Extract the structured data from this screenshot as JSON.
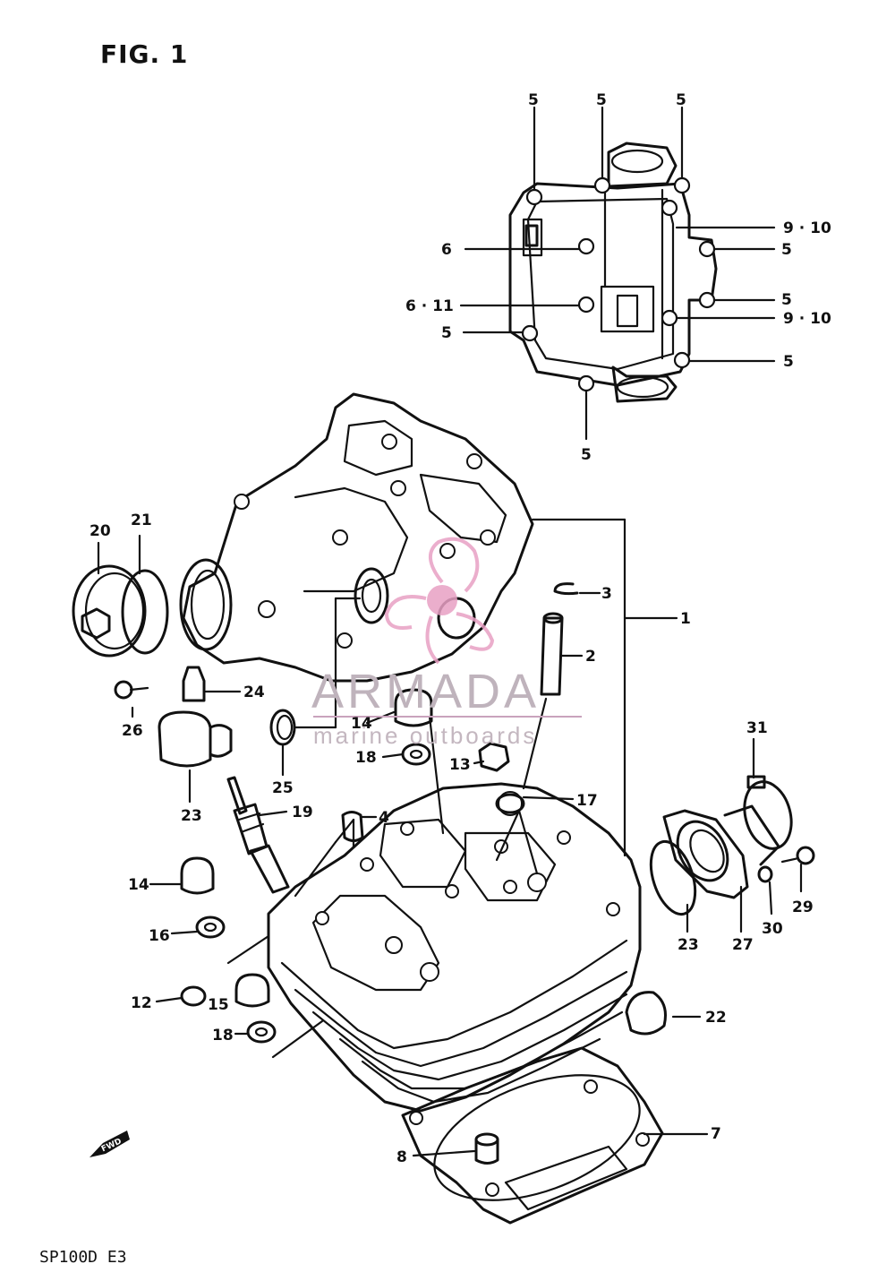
{
  "figure": {
    "title": "FIG. 1",
    "model_code": "SP100D E3"
  },
  "watermark": {
    "brand": "ARMADA",
    "tagline": "marine outboards",
    "logo_color": "#e8a0c4"
  },
  "callouts": {
    "c1": "1",
    "c2": "2",
    "c3": "3",
    "c4": "4",
    "c5a": "5",
    "c5b": "5",
    "c5c": "5",
    "c5d": "5",
    "c5e": "5",
    "c5f": "5",
    "c5g": "5",
    "c5h": "5",
    "c6": "6",
    "c6_11": "6 · 11",
    "c7": "7",
    "c8": "8",
    "c9_10a": "9 · 10",
    "c9_10b": "9 · 10",
    "c12": "12",
    "c13": "13",
    "c14a": "14",
    "c14b": "14",
    "c15": "15",
    "c16": "16",
    "c17": "17",
    "c18a": "18",
    "c18b": "18",
    "c19": "19",
    "c20": "20",
    "c21": "21",
    "c22": "22",
    "c23a": "23",
    "c23b": "23",
    "c24": "24",
    "c25": "25",
    "c26": "26",
    "c27": "27",
    "c29": "29",
    "c30": "30",
    "c31": "31"
  },
  "fwd_marker": "FWD"
}
